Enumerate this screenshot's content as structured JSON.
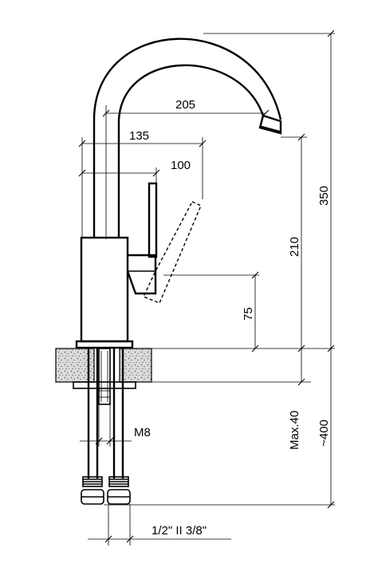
{
  "dimensions": {
    "reach_spout": "205",
    "reach_body": "135",
    "handle": "100",
    "total_height": "350",
    "spout_height": "210",
    "lever_height": "75",
    "max_thickness": "Max.40",
    "hose_length": "~400",
    "stud_thread": "M8",
    "connection": "1/2\" II 3/8\""
  },
  "colors": {
    "line": "#000000",
    "stone": "#d9d9d9",
    "background": "#ffffff"
  }
}
